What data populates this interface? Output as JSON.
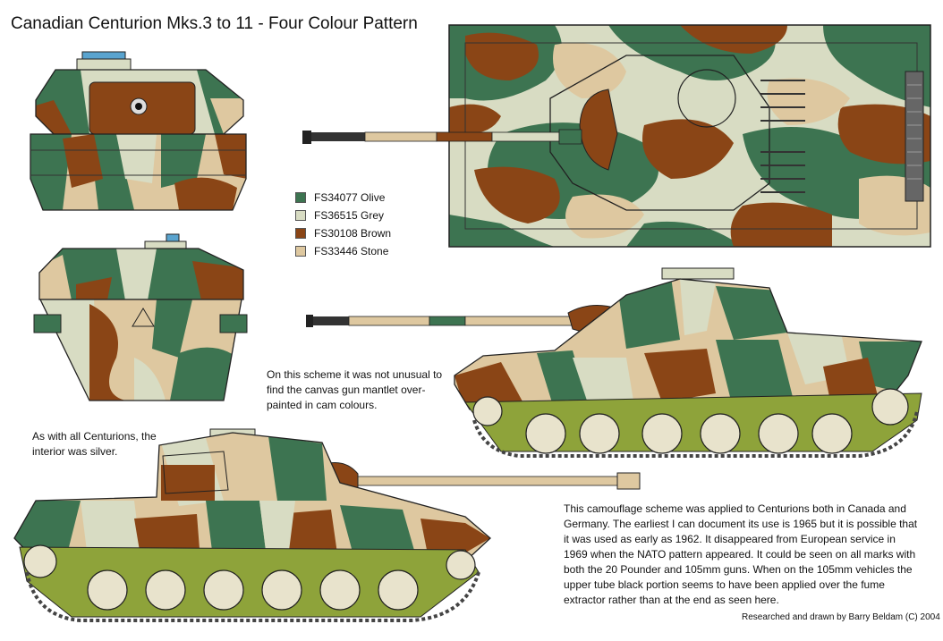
{
  "title": "Canadian Centurion Mks.3 to 11 - Four Colour Pattern",
  "legend": [
    {
      "label": "FS34077 Olive",
      "color": "#3d7451"
    },
    {
      "label": "FS36515 Grey",
      "color": "#d8dcc3"
    },
    {
      "label": "FS30108 Brown",
      "color": "#8a4516"
    },
    {
      "label": "FS33446 Stone",
      "color": "#dec8a0"
    }
  ],
  "notes": {
    "mantlet": "On this scheme it was not unusual to find the canvas gun mantlet over-painted in cam colours.",
    "interior": "As with all Centurions, the interior was silver.",
    "history": "This camouflage scheme was applied to Centurions both in Canada and Germany. The earliest I can document its use is 1965 but it is possible that it was used as early as 1962. It disappeared from European service in 1969 when the NATO pattern appeared. It could be seen on all marks with both the 20 Pounder and 105mm guns. When on the 105mm vehicles the upper tube black portion seems to have been applied over the fume extractor rather than at the end as seen here."
  },
  "credit": "Researched and drawn by Barry Beldam (C) 2004",
  "views": [
    "front-view",
    "rear-view",
    "top-view",
    "right-side-view",
    "left-side-view"
  ]
}
